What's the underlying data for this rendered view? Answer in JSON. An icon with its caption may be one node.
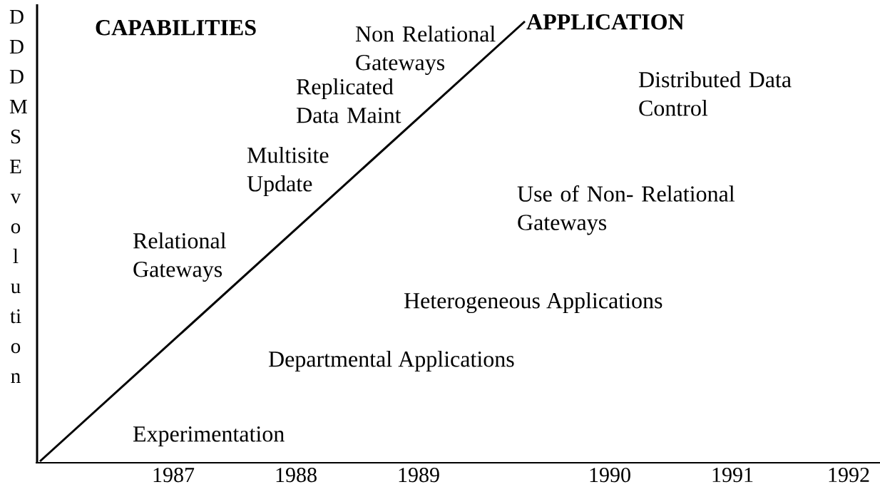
{
  "diagram": {
    "labels": [
      "DDDMS Evolution",
      "CAPABILITIES",
      "Non Relational Gateways",
      "APPLICATION",
      "Replicated Data Maint",
      "Distributed Data Control",
      "Multisite Update",
      "Use of Non- Relational Gateways",
      "Relational Gateways",
      "Heterogeneous Applications",
      "Departmental Applications",
      "Experimentation",
      "1987",
      "1988",
      "1989",
      "1990",
      "1991",
      "1992"
    ]
  }
}
